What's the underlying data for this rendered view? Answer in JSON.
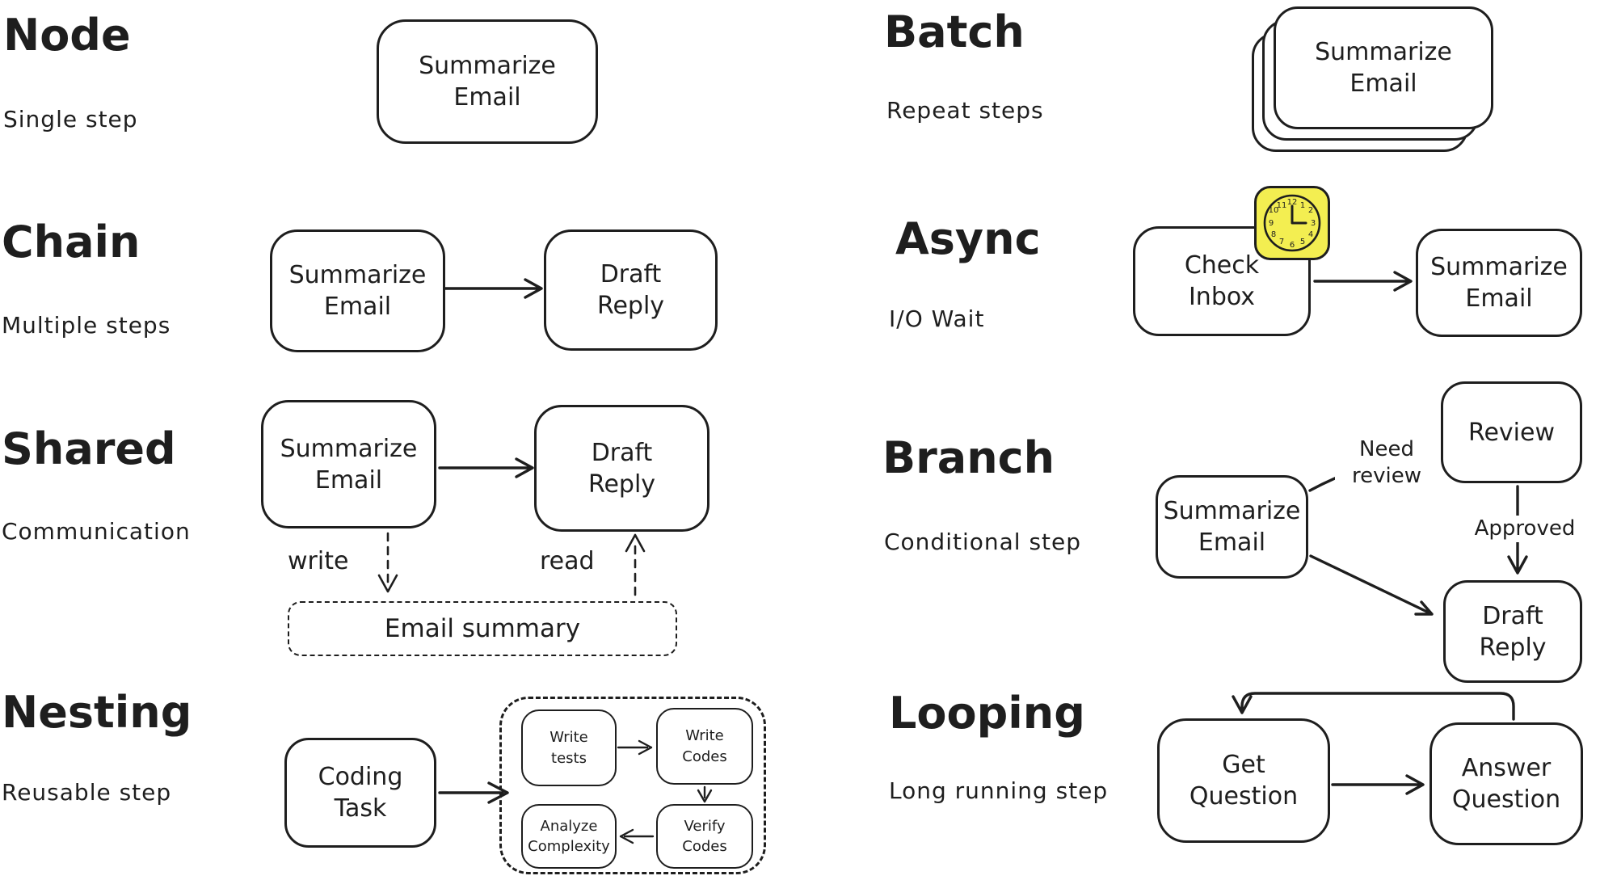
{
  "colors": {
    "stroke": "#1e1e1e",
    "background": "#ffffff",
    "clock_fill": "#f3ee51"
  },
  "sections": {
    "node": {
      "title": "Node",
      "subtitle": "Single step",
      "box": {
        "lines": [
          "Summarize",
          "Email"
        ]
      }
    },
    "chain": {
      "title": "Chain",
      "subtitle": "Multiple steps",
      "box1": {
        "lines": [
          "Summarize",
          "Email"
        ]
      },
      "box2": {
        "lines": [
          "Draft",
          "Reply"
        ]
      }
    },
    "shared": {
      "title": "Shared",
      "subtitle": "Communication",
      "box1": {
        "lines": [
          "Summarize",
          "Email"
        ]
      },
      "box2": {
        "lines": [
          "Draft",
          "Reply"
        ]
      },
      "write_label": "write",
      "read_label": "read",
      "store": {
        "label": "Email summary"
      }
    },
    "nesting": {
      "title": "Nesting",
      "subtitle": "Reusable step",
      "task": {
        "lines": [
          "Coding",
          "Task"
        ]
      },
      "sub_boxes": {
        "write_tests": {
          "lines": [
            "Write",
            "tests"
          ]
        },
        "write_codes": {
          "lines": [
            "Write",
            "Codes"
          ]
        },
        "analyze": {
          "lines": [
            "Analyze",
            "Complexity"
          ]
        },
        "verify": {
          "lines": [
            "Verify",
            "Codes"
          ]
        }
      }
    },
    "batch": {
      "title": "Batch",
      "subtitle": "Repeat steps",
      "card": {
        "lines": [
          "Summarize",
          "Email"
        ]
      }
    },
    "async": {
      "title": "Async",
      "subtitle": "I/O Wait",
      "box1": {
        "lines": [
          "Check",
          "Inbox"
        ]
      },
      "box2": {
        "lines": [
          "Summarize",
          "Email"
        ]
      },
      "clock": {
        "numerals": [
          "12",
          "1",
          "2",
          "3",
          "4",
          "5",
          "6",
          "7",
          "8",
          "9",
          "10",
          "11"
        ]
      }
    },
    "branch": {
      "title": "Branch",
      "subtitle": "Conditional step",
      "source": {
        "lines": [
          "Summarize",
          "Email"
        ]
      },
      "review": {
        "label": "Review"
      },
      "draft": {
        "lines": [
          "Draft",
          "Reply"
        ]
      },
      "need_review": {
        "lines": [
          "Need",
          "review"
        ]
      },
      "approved_label": "Approved"
    },
    "looping": {
      "title": "Looping",
      "subtitle": "Long running step",
      "box1": {
        "lines": [
          "Get",
          "Question"
        ]
      },
      "box2": {
        "lines": [
          "Answer",
          "Question"
        ]
      }
    }
  }
}
